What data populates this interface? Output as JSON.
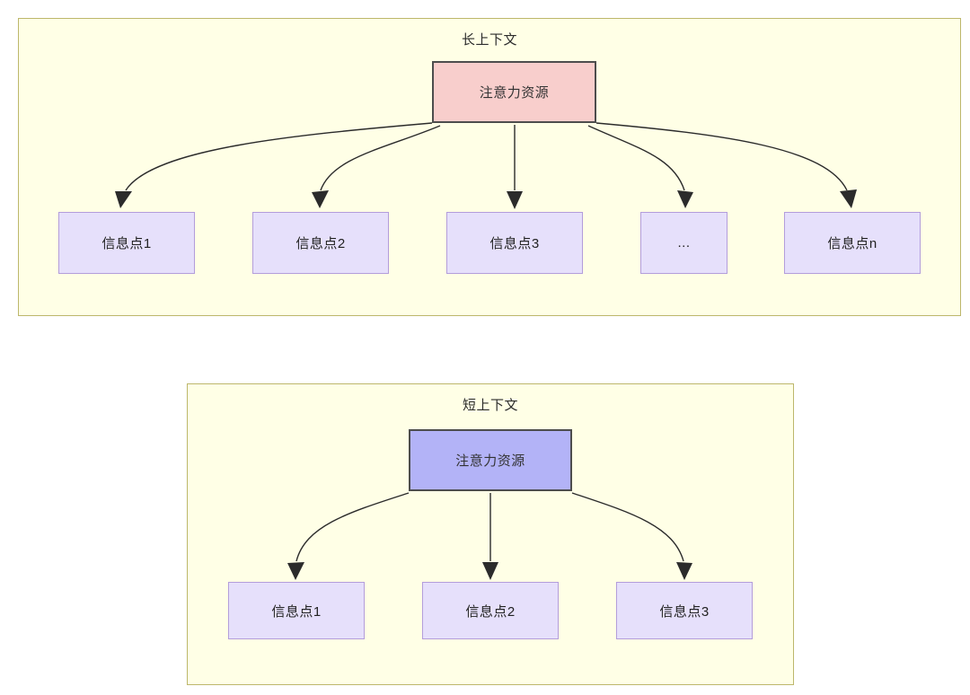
{
  "diagram": {
    "panels": [
      {
        "id": "long-context",
        "title": "长上下文",
        "attention": {
          "label": "注意力资源",
          "fill": "#f8cecc",
          "stroke": "#4d4d4d"
        },
        "info_nodes": [
          {
            "label": "信息点1"
          },
          {
            "label": "信息点2"
          },
          {
            "label": "信息点3"
          },
          {
            "label": "..."
          },
          {
            "label": "信息点n"
          }
        ]
      },
      {
        "id": "short-context",
        "title": "短上下文",
        "attention": {
          "label": "注意力资源",
          "fill": "#b3b3f7",
          "stroke": "#4d4d4d"
        },
        "info_nodes": [
          {
            "label": "信息点1"
          },
          {
            "label": "信息点2"
          },
          {
            "label": "信息点3"
          }
        ]
      }
    ],
    "colors": {
      "panel_fill": "#ffffe6",
      "panel_border": "#bdb76b",
      "info_fill": "#e6e0fb",
      "info_border": "#b39ddb",
      "edge": "#2b2b2b"
    }
  }
}
